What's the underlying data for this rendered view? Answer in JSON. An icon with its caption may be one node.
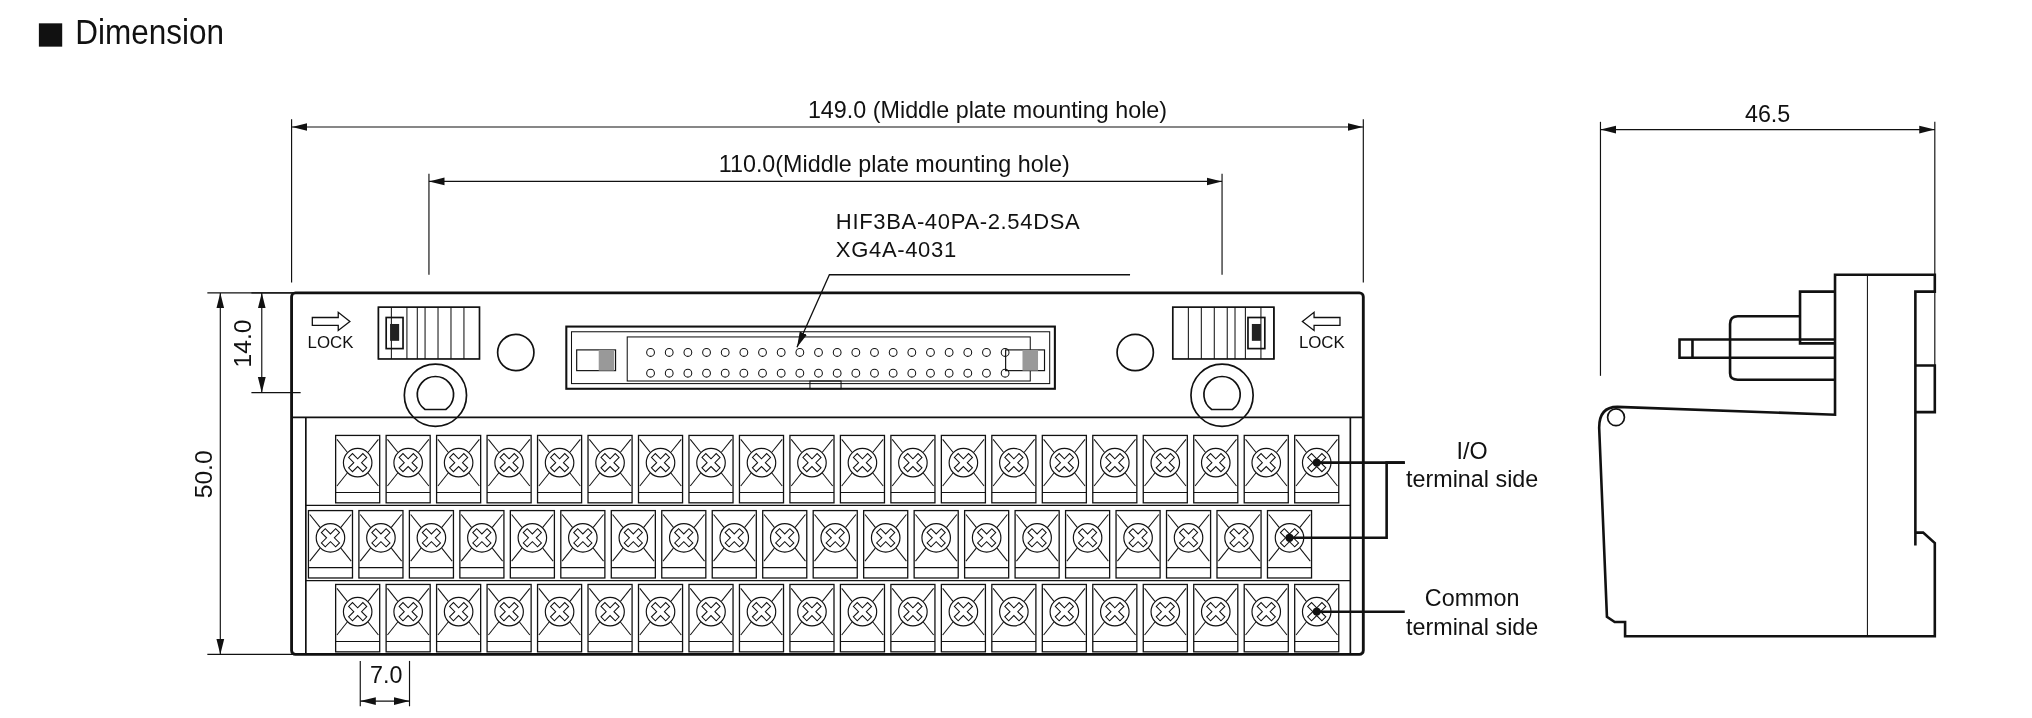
{
  "diagram": {
    "title": "Dimension",
    "nodes": [
      {
        "text": [
          "HIF3BA-40PA-2.54DSA",
          "XG4A-4031"
        ]
      },
      {
        "text": [],
        "shape": "box"
      },
      {
        "text": [
          "I/O terminal side"
        ]
      },
      {
        "text": [],
        "shape": "bar"
      },
      {
        "text": [],
        "shape": "bar"
      },
      {
        "text": [
          "Common terminal side"
        ]
      },
      {
        "text": [],
        "shape": "bar"
      }
    ],
    "edges": [
      {
        "from": 0,
        "to": 1,
        "arrow": "to"
      },
      {
        "from": 2,
        "to": 3,
        "arrow": "other"
      },
      {
        "from": 2,
        "to": 4,
        "arrow": "other"
      },
      {
        "from": 5,
        "to": 6,
        "arrow": "other"
      }
    ],
    "labels": [
      "149.0 (Middle plate mounting hole)",
      "46.5",
      "110.0(Middle plate mounting hole)",
      "LOCK",
      "LOCK",
      "14.0",
      "50.0",
      "7.0"
    ]
  }
}
